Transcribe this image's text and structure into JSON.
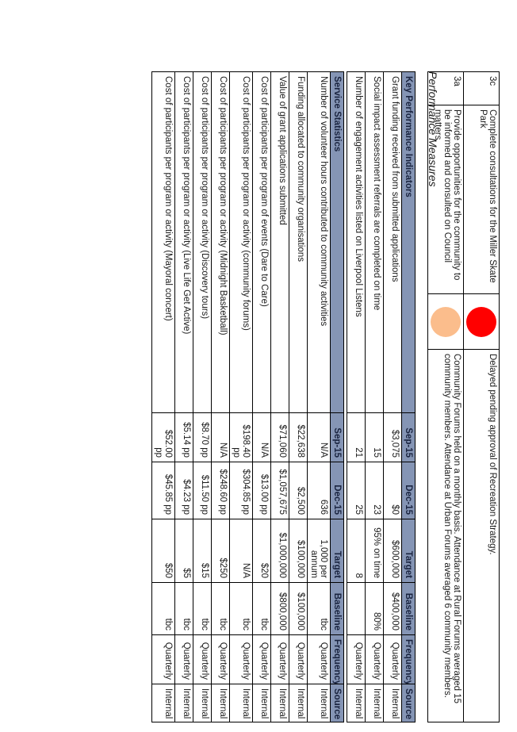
{
  "actions": [
    {
      "code": "3c",
      "text": "Complete consultations for the Miller Skate Park",
      "status_color": "#ff0000",
      "comment": "Delayed pending approval of Recreation Strategy."
    },
    {
      "code": "3a",
      "text": "Provide opportunities for the community to be informed and consulted on Council matters.",
      "status_color": "#fbbd8c",
      "comment": "Community Forums held on a monthly basis. Attendance at Rural Forums averaged 15 community members. Attendance at Urban Forums averaged 6 community members."
    }
  ],
  "section_title": "Performance Measures",
  "kpi_table": {
    "headers": [
      "Key Performance Indicators",
      "Sep-15",
      "Dec-15",
      "Target",
      "Baseline",
      "Frequency",
      "Source"
    ],
    "rows": [
      [
        "Grant funding received from submitted applications",
        "$3,075",
        "$0",
        "$600,000",
        "$400,000",
        "Quarterly",
        "Internal"
      ],
      [
        "Social impact assessment referrals are completed on time",
        "15",
        "23",
        "95% on time",
        "80%",
        "Quarterly",
        "Internal"
      ],
      [
        "Number of engagement activities listed on Liverpool Listens",
        "21",
        "25",
        "8",
        "",
        "Quarterly",
        "Internal"
      ]
    ]
  },
  "stats_table": {
    "headers": [
      "Service Statistics",
      "Sep-15",
      "Dec-15",
      "Target",
      "Baseline",
      "Frequency",
      "Source"
    ],
    "rows": [
      [
        "Number of volunteer hours contributed to community activities",
        "N/A",
        "636",
        "1,000 per annum",
        "tbc",
        "Quarterly",
        "Internal"
      ],
      [
        "Funding allocated to community organisations",
        "$22,638",
        "$2,500",
        "$100,000",
        "$100,000",
        "Quarterly",
        "Internal"
      ],
      [
        "Value of grant applications submitted",
        "$71,060",
        "$1,057,675",
        "$1,000,000",
        "$800,000",
        "Quarterly",
        "Internal"
      ],
      [
        "Cost of participants per program of events (Dare to Care)",
        "N/A",
        "$13.00 pp",
        "$20",
        "tbc",
        "Quarterly",
        "Internal"
      ],
      [
        "Cost of participants per program or activity (community forums)",
        "$198.40 pp",
        "$304.85 pp",
        "N/A",
        "tbc",
        "Quarterly",
        "Internal"
      ],
      [
        "Cost of participants per program or activity (Midnight Basketball)",
        "N/A",
        "$248.60 pp",
        "$250",
        "tbc",
        "Quarterly",
        "Internal"
      ],
      [
        "Cost of participants per program or activity (Discovery tours)",
        "$8.70 pp",
        "$11.50 pp",
        "$15",
        "tbc",
        "Quarterly",
        "Internal"
      ],
      [
        "Cost of participants per program or activity (Live Life Get Active)",
        "$5.14 pp",
        "$4.23 pp",
        "$5",
        "tbc",
        "Quarterly",
        "Internal"
      ],
      [
        "Cost of participants per program or activity (Mayoral concert)",
        "$52.00 pp",
        "$45.85 pp",
        "$50",
        "tbc",
        "Quarterly",
        "Internal"
      ]
    ]
  }
}
